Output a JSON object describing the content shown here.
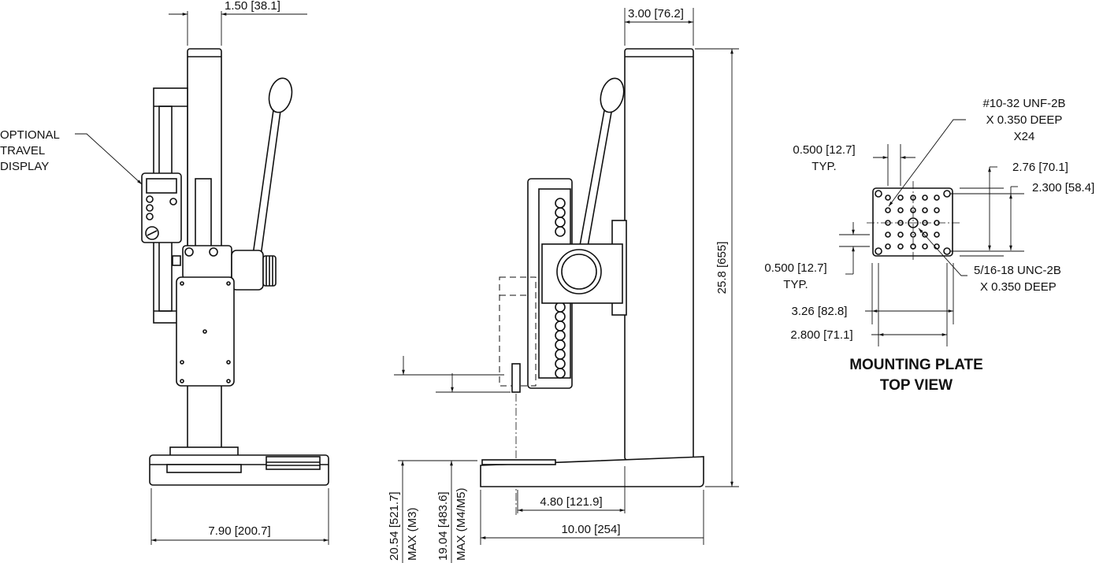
{
  "title": "Manual Test Stand Dimensional Drawing",
  "side_view": {
    "width_top": "1.50 [38.1]",
    "base_width": "7.90 [200.7]",
    "callout": [
      "OPTIONAL",
      "TRAVEL",
      "DISPLAY"
    ]
  },
  "front_view": {
    "column_width": "3.00 [76.2]",
    "height": "25.8 [655]",
    "offset": "4.80 [121.9]",
    "base_length": "10.00 [254]",
    "max_m3": [
      "20.54 [521.7]",
      "MAX (M3)"
    ],
    "max_m4m5": [
      "19.04 [483.6]",
      "MAX (M4/M5)"
    ]
  },
  "mounting_plate": {
    "title": [
      "MOUNTING PLATE",
      "TOP VIEW"
    ],
    "thread_small": [
      "#10-32 UNF-2B",
      "X 0.350 DEEP",
      "X24"
    ],
    "thread_large": [
      "5/16-18 UNC-2B",
      "X 0.350 DEEP"
    ],
    "pitch_x": [
      "0.500 [12.7]",
      "TYP."
    ],
    "pitch_y": [
      "0.500 [12.7]",
      "TYP."
    ],
    "outer_height": "2.76 [70.1]",
    "hole_height": "2.300 [58.4]",
    "outer_width": "3.26 [82.8]",
    "hole_width": "2.800 [71.1]"
  }
}
